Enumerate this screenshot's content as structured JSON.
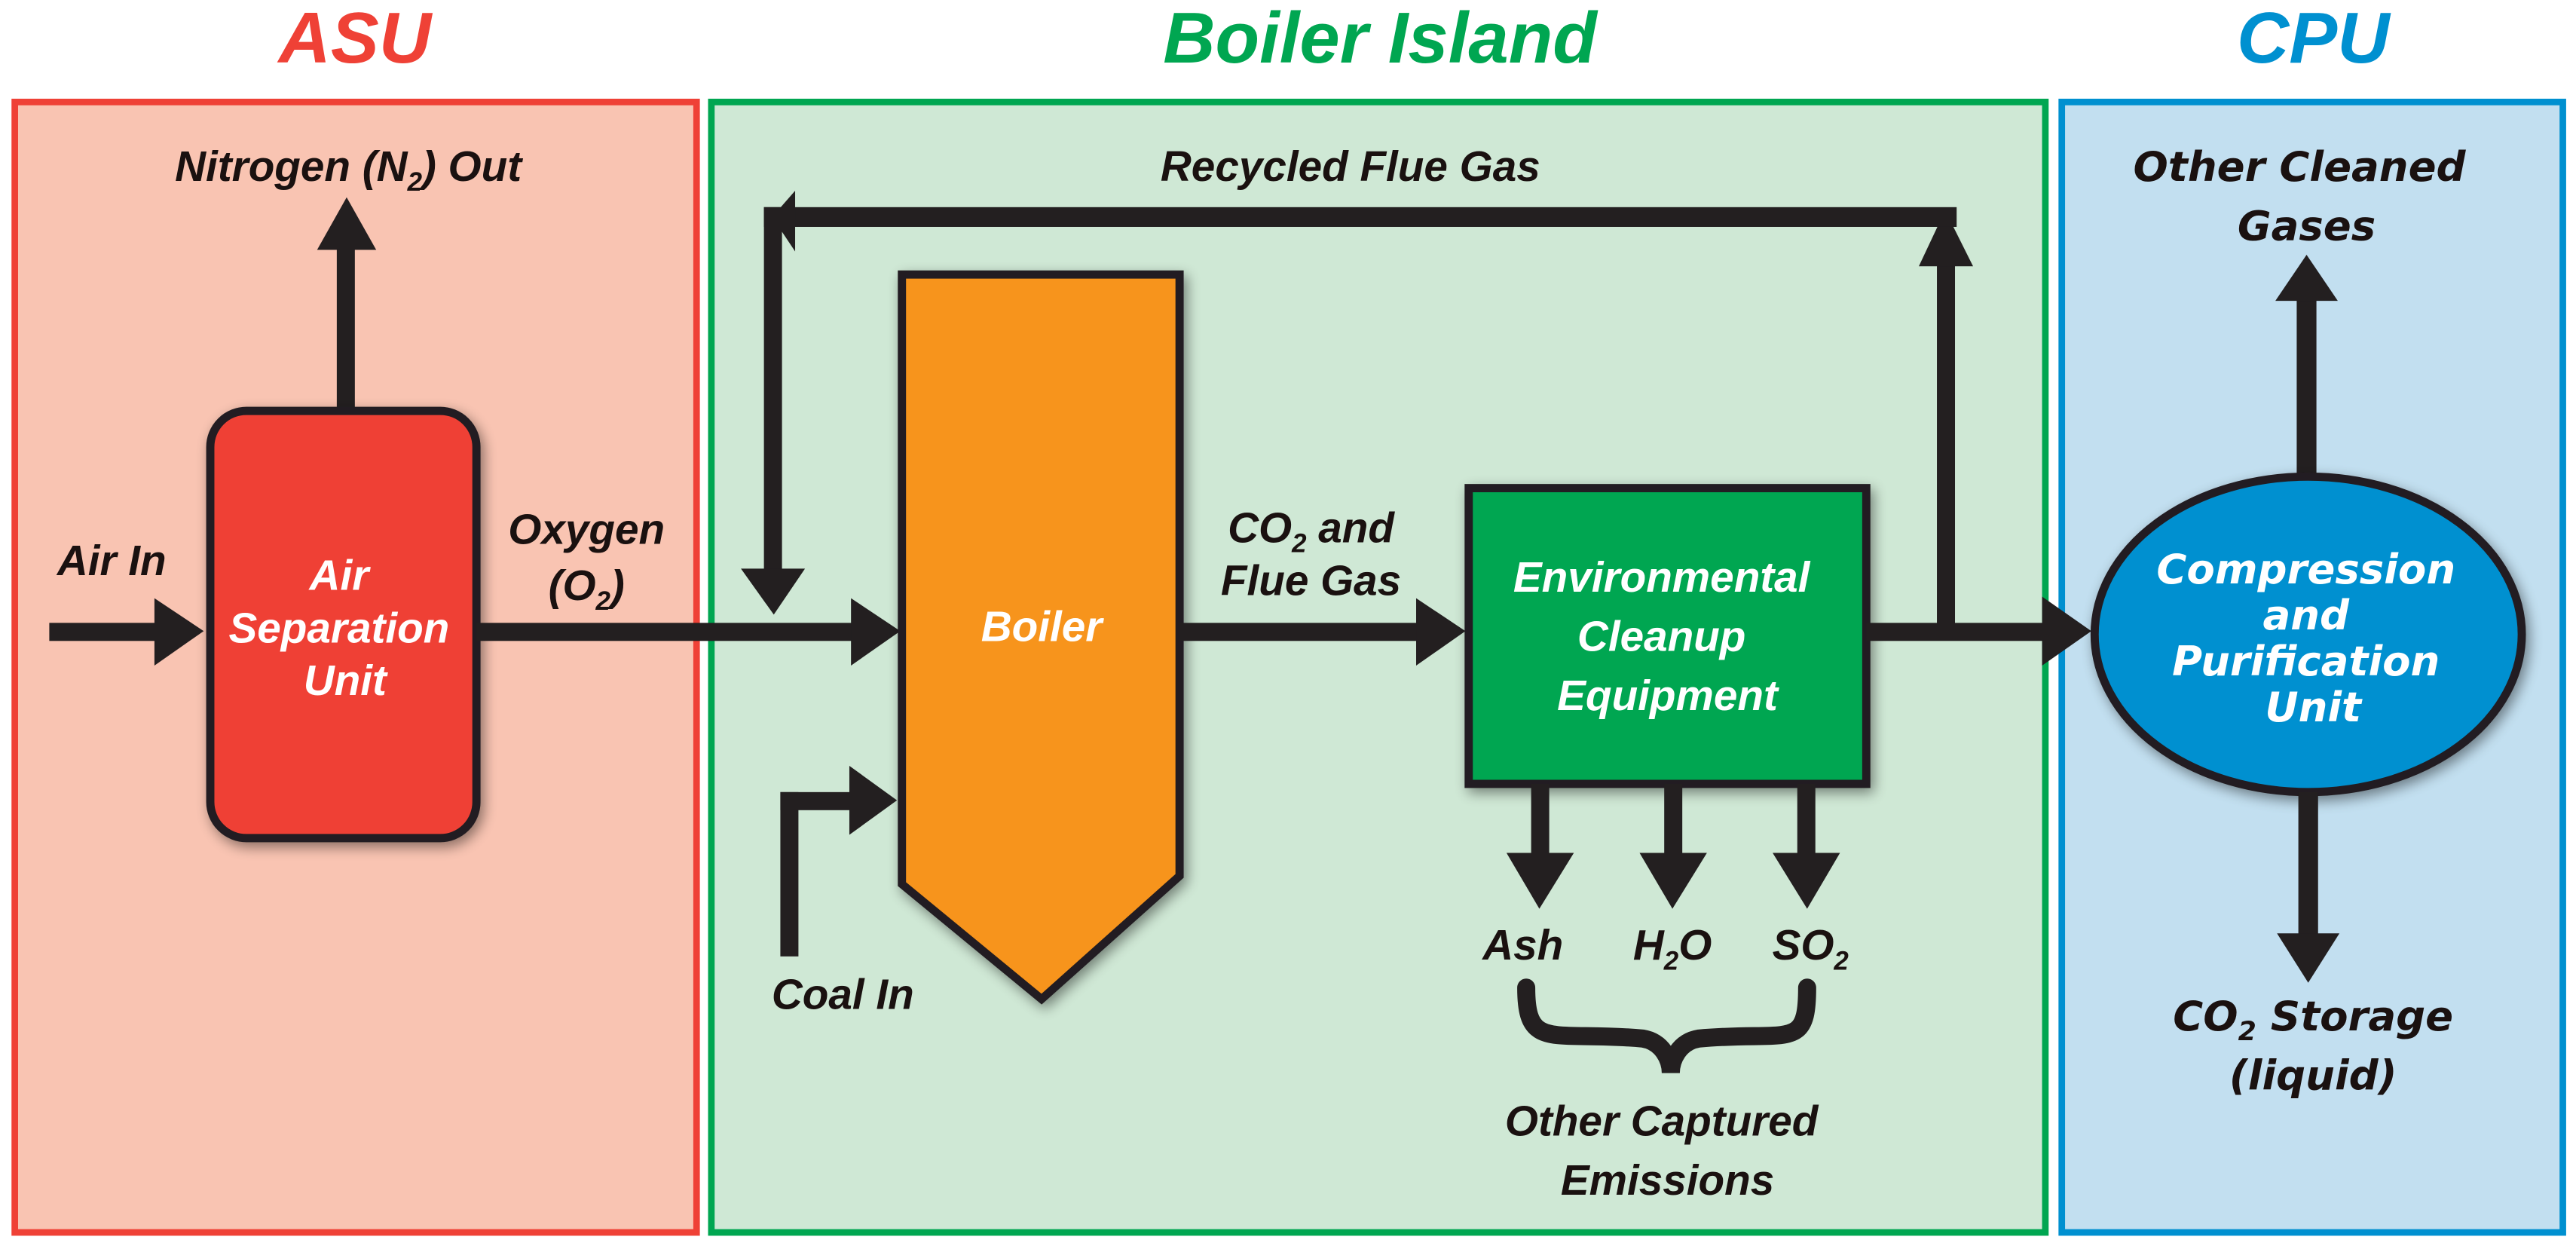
{
  "sections": {
    "asu": {
      "title": "ASU",
      "color": "#ef4136",
      "fill": "#f9c4b2"
    },
    "boiler_island": {
      "title": "Boiler Island",
      "color": "#00a651",
      "fill": "#cfe8d5"
    },
    "cpu": {
      "title": "CPU",
      "color": "#0090d0",
      "fill": "#c2dff0"
    }
  },
  "nodes": {
    "asu_unit": {
      "lines": [
        "Air",
        "Separation",
        "Unit"
      ],
      "fill": "#ef4136"
    },
    "boiler": {
      "label": "Boiler",
      "fill": "#f7941d"
    },
    "cleanup": {
      "lines": [
        "Environmental",
        "Cleanup",
        "Equipment"
      ],
      "fill": "#00a651"
    },
    "cpu_unit": {
      "lines": [
        "Compression",
        "and",
        "Purification",
        "Unit"
      ],
      "fill": "#0090d0"
    }
  },
  "flows": {
    "air_in": "Air In",
    "nitrogen_out": {
      "pre": "Nitrogen (N",
      "sub": "2",
      "post": ") Out"
    },
    "oxygen": {
      "line1": "Oxygen",
      "pre": "(O",
      "sub": "2",
      "post": ")"
    },
    "recycled_flue_gas": "Recycled Flue Gas",
    "co2_flue_gas": {
      "pre": "CO",
      "sub": "2",
      "post": " and",
      "line2": "Flue Gas"
    },
    "coal_in": "Coal In",
    "ash": "Ash",
    "h2o": {
      "pre": "H",
      "sub": "2",
      "post": "O"
    },
    "so2": {
      "pre": "SO",
      "sub": "2"
    },
    "other_captured": [
      "Other Captured",
      "Emissions"
    ],
    "other_cleaned": [
      "Other Cleaned",
      "Gases"
    ],
    "co2_storage": {
      "pre": "CO",
      "sub": "2",
      "post": " Storage",
      "line2": "(liquid)"
    }
  }
}
